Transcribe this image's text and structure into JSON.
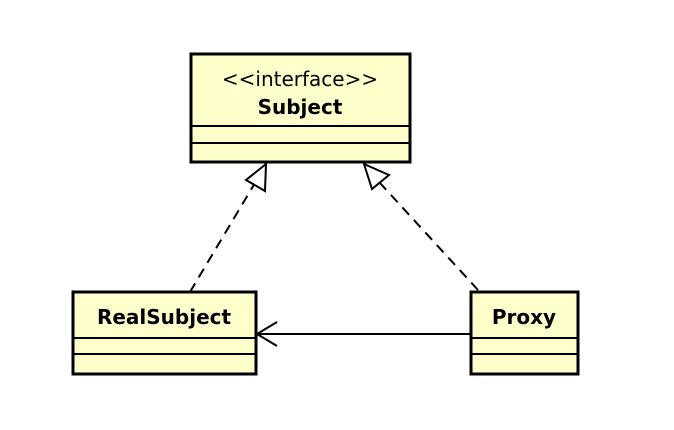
{
  "colors": {
    "class_fill": "#ffffcc",
    "stroke": "#000000",
    "background": "#ffffff"
  },
  "classes": {
    "subject": {
      "stereotype": "<<interface>>",
      "name": "Subject"
    },
    "real_subject": {
      "name": "RealSubject"
    },
    "proxy": {
      "name": "Proxy"
    }
  },
  "relations": [
    {
      "from": "RealSubject",
      "to": "Subject",
      "kind": "realization"
    },
    {
      "from": "Proxy",
      "to": "Subject",
      "kind": "realization"
    },
    {
      "from": "Proxy",
      "to": "RealSubject",
      "kind": "association"
    }
  ]
}
